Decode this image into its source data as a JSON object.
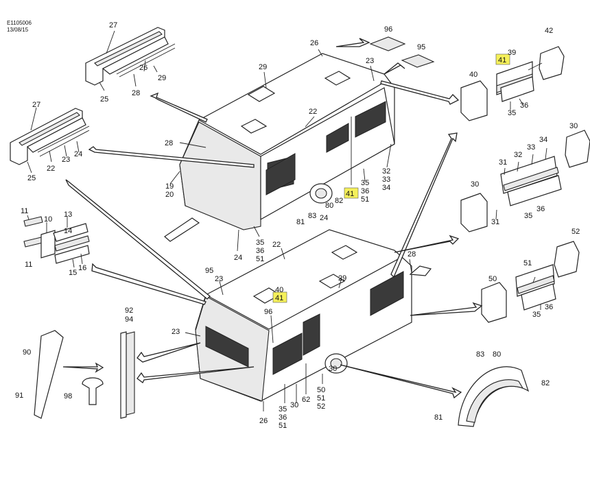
{
  "header": {
    "doc_code": "E1105006",
    "doc_date": "13/08/15"
  },
  "highlight_color": "#f5f05a",
  "labels": {
    "l27a": "27",
    "l26a": "26",
    "l28a": "28",
    "l29a": "29",
    "l25a": "25",
    "l27b": "27",
    "l22b": "22",
    "l23b": "23",
    "l24b": "24",
    "l25b": "25",
    "l11a": "11",
    "l10": "10",
    "l13": "13",
    "l14": "14",
    "l11b": "11",
    "l15": "15",
    "l16": "16",
    "l26top": "26",
    "l29top": "29",
    "l23top": "23",
    "l22top": "22",
    "l28top": "28",
    "l19": "19",
    "l20": "20",
    "l32top": "32",
    "l33top": "33",
    "l34top": "34",
    "l41top": "41",
    "l35top": "35",
    "l36top": "36",
    "l51top": "51",
    "l82top": "82",
    "l80top": "80",
    "l81top": "81",
    "l83top": "83",
    "l24top": "24",
    "l35mid": "35",
    "l36mid": "36",
    "l51mid": "51",
    "l22mid": "22",
    "l96a": "96",
    "l95a": "95",
    "l42": "42",
    "l39": "39",
    "l41r": "41",
    "l40r": "40",
    "l36r": "36",
    "l35r": "35",
    "l30r": "30",
    "l34r": "34",
    "l33r": "33",
    "l32r": "32",
    "l31r": "31",
    "l30r2": "30",
    "l31r2": "31",
    "l35r2": "35",
    "l36r2": "36",
    "l52r": "52",
    "l51r": "51",
    "l50r": "50",
    "l36r3": "36",
    "l35r3": "35",
    "l95b": "95",
    "l23b2": "23",
    "l40b": "40",
    "l41b": "41",
    "l96b": "96",
    "l29b": "29",
    "l28b": "28",
    "l23b3": "23",
    "l92": "92",
    "l94": "94",
    "l90": "90",
    "l91": "91",
    "l98": "98",
    "l26b": "26",
    "l35b": "35",
    "l36b": "36",
    "l51b": "51",
    "l30b": "30",
    "l62": "62",
    "l30b2": "30",
    "l50b": "50",
    "l51b2": "51",
    "l52b": "52",
    "l83b": "83",
    "l80b": "80",
    "l82b": "82",
    "l81b": "81"
  }
}
